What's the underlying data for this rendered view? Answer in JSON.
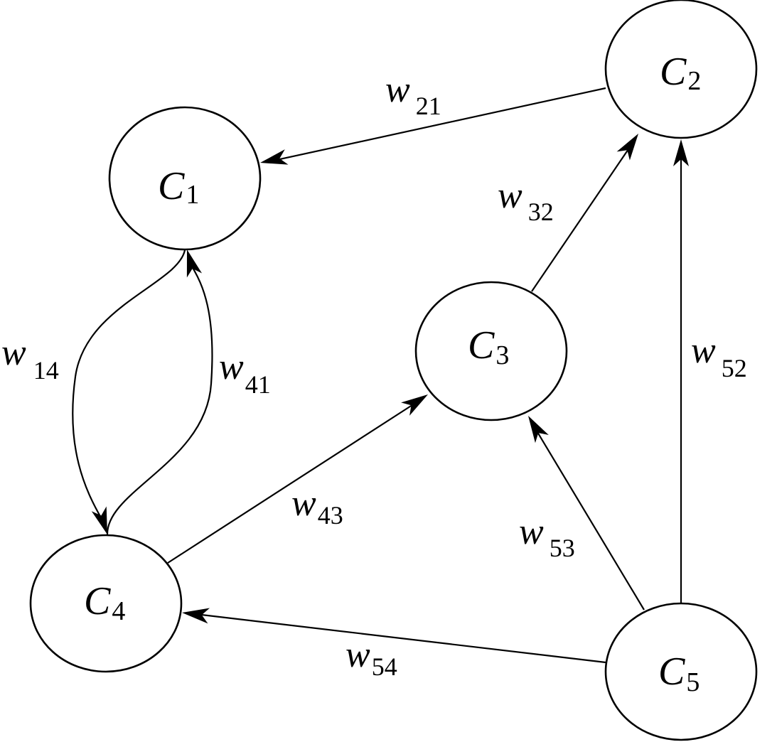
{
  "diagram": {
    "type": "directed-weighted-graph",
    "line_color": "#000000",
    "background": "#ffffff",
    "nodes": [
      {
        "id": "C1",
        "symbol": "C",
        "subscript": "1"
      },
      {
        "id": "C2",
        "symbol": "C",
        "subscript": "2"
      },
      {
        "id": "C3",
        "symbol": "C",
        "subscript": "3"
      },
      {
        "id": "C4",
        "symbol": "C",
        "subscript": "4"
      },
      {
        "id": "C5",
        "symbol": "C",
        "subscript": "5"
      }
    ],
    "edges": [
      {
        "id": "w21",
        "from": "C2",
        "to": "C1",
        "symbol": "w",
        "subscript": "21",
        "curved": false
      },
      {
        "id": "w32",
        "from": "C3",
        "to": "C2",
        "symbol": "w",
        "subscript": "32",
        "curved": false
      },
      {
        "id": "w52",
        "from": "C5",
        "to": "C2",
        "symbol": "w",
        "subscript": "52",
        "curved": false
      },
      {
        "id": "w14",
        "from": "C1",
        "to": "C4",
        "symbol": "w",
        "subscript": "14",
        "curved": true
      },
      {
        "id": "w41",
        "from": "C4",
        "to": "C1",
        "symbol": "w",
        "subscript": "41",
        "curved": true
      },
      {
        "id": "w43",
        "from": "C4",
        "to": "C3",
        "symbol": "w",
        "subscript": "43",
        "curved": false
      },
      {
        "id": "w53",
        "from": "C5",
        "to": "C3",
        "symbol": "w",
        "subscript": "53",
        "curved": false
      },
      {
        "id": "w54",
        "from": "C5",
        "to": "C4",
        "symbol": "w",
        "subscript": "54",
        "curved": false
      }
    ]
  }
}
